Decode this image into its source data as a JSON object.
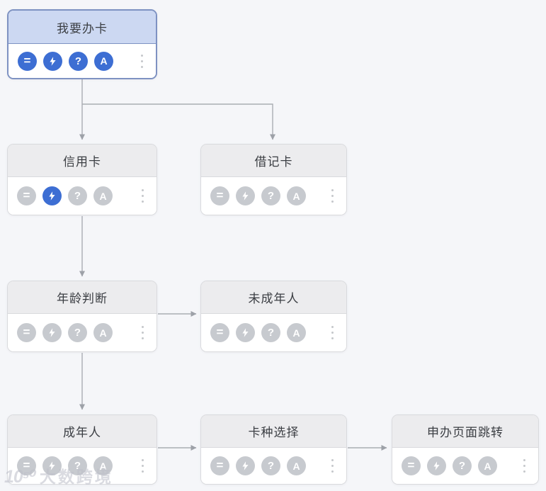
{
  "palette": {
    "canvas_bg": "#f5f6f9",
    "node_border": "#d9dadd",
    "header_bg": "#ececee",
    "title_color": "#3b3e43",
    "selected_border": "#7e92c2",
    "selected_header_bg": "#ccd8f2",
    "active_icon": "#3d6ed3",
    "inactive_icon": "#c7cacf",
    "connector": "#aaadb3"
  },
  "nodes": [
    {
      "id": "apply-card",
      "title": "我要办卡",
      "selected": true,
      "icons": [
        {
          "name": "menu",
          "active": true
        },
        {
          "name": "lightning",
          "active": true
        },
        {
          "name": "help",
          "active": true
        },
        {
          "name": "letter-a",
          "active": true
        }
      ]
    },
    {
      "id": "credit-card",
      "title": "信用卡",
      "selected": false,
      "icons": [
        {
          "name": "menu",
          "active": false
        },
        {
          "name": "lightning",
          "active": true
        },
        {
          "name": "help",
          "active": false
        },
        {
          "name": "letter-a",
          "active": false
        }
      ]
    },
    {
      "id": "debit-card",
      "title": "借记卡",
      "selected": false,
      "icons": [
        {
          "name": "menu",
          "active": false
        },
        {
          "name": "lightning",
          "active": false
        },
        {
          "name": "help",
          "active": false
        },
        {
          "name": "letter-a",
          "active": false
        }
      ]
    },
    {
      "id": "age-check",
      "title": "年龄判断",
      "selected": false,
      "icons": [
        {
          "name": "menu",
          "active": false
        },
        {
          "name": "lightning",
          "active": false
        },
        {
          "name": "help",
          "active": false
        },
        {
          "name": "letter-a",
          "active": false
        }
      ]
    },
    {
      "id": "minor",
      "title": "未成年人",
      "selected": false,
      "icons": [
        {
          "name": "menu",
          "active": false
        },
        {
          "name": "lightning",
          "active": false
        },
        {
          "name": "help",
          "active": false
        },
        {
          "name": "letter-a",
          "active": false
        }
      ]
    },
    {
      "id": "adult",
      "title": "成年人",
      "selected": false,
      "icons": [
        {
          "name": "menu",
          "active": false
        },
        {
          "name": "lightning",
          "active": false
        },
        {
          "name": "help",
          "active": false
        },
        {
          "name": "letter-a",
          "active": false
        }
      ]
    },
    {
      "id": "card-type-select",
      "title": "卡种选择",
      "selected": false,
      "icons": [
        {
          "name": "menu",
          "active": false
        },
        {
          "name": "lightning",
          "active": false
        },
        {
          "name": "help",
          "active": false
        },
        {
          "name": "letter-a",
          "active": false
        }
      ]
    },
    {
      "id": "apply-page-redirect",
      "title": "申办页面跳转",
      "selected": false,
      "icons": [
        {
          "name": "menu",
          "active": false
        },
        {
          "name": "lightning",
          "active": false
        },
        {
          "name": "help",
          "active": false
        },
        {
          "name": "letter-a",
          "active": false
        }
      ]
    }
  ],
  "edges": [
    {
      "from": "我要办卡",
      "to": "信用卡"
    },
    {
      "from": "我要办卡",
      "to": "借记卡"
    },
    {
      "from": "信用卡",
      "to": "年龄判断"
    },
    {
      "from": "年龄判断",
      "to": "未成年人"
    },
    {
      "from": "年龄判断",
      "to": "成年人"
    },
    {
      "from": "成年人",
      "to": "卡种选择"
    },
    {
      "from": "卡种选择",
      "to": "申办页面跳转"
    }
  ],
  "watermark": {
    "logo": "10⁵⁰",
    "text": "大数跨境"
  }
}
